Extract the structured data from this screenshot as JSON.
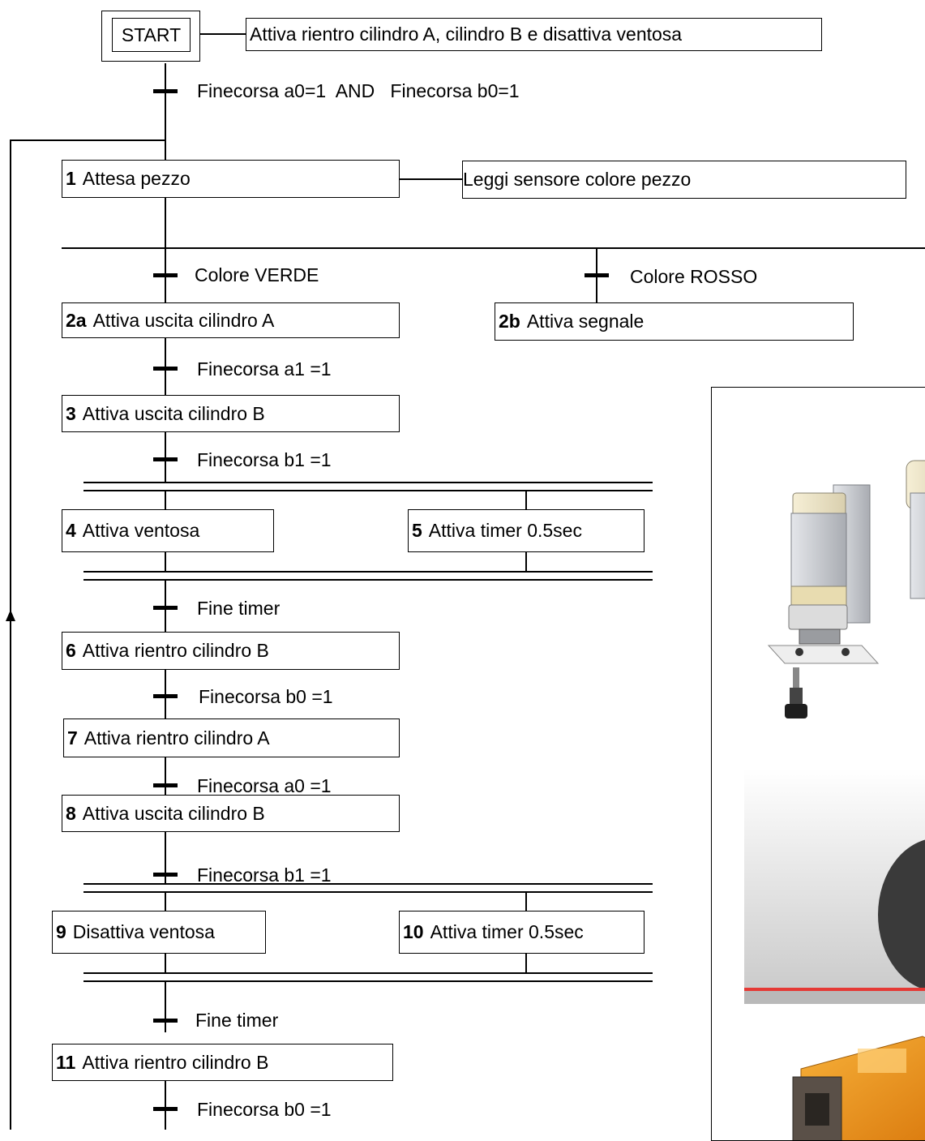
{
  "start": {
    "label": "START",
    "action": "Attiva rientro cilindro A, cilindro B e disattiva ventosa"
  },
  "steps": {
    "s1": {
      "num": "1",
      "text": "Attesa pezzo",
      "action": "Leggi sensore colore pezzo"
    },
    "s2a": {
      "num": "2a",
      "text": "Attiva uscita cilindro A"
    },
    "s2b": {
      "num": "2b",
      "text": "Attiva segnale"
    },
    "s3": {
      "num": "3",
      "text": "Attiva uscita cilindro B"
    },
    "s4": {
      "num": "4",
      "text": "Attiva ventosa"
    },
    "s5": {
      "num": "5",
      "text": "Attiva timer 0.5sec"
    },
    "s6": {
      "num": "6",
      "text": "Attiva rientro cilindro B"
    },
    "s7": {
      "num": "7",
      "text": "Attiva rientro cilindro A"
    },
    "s8": {
      "num": "8",
      "text": "Attiva uscita cilindro B"
    },
    "s9": {
      "num": "9",
      "text": "Disattiva ventosa"
    },
    "s10": {
      "num": "10",
      "text": "Attiva timer 0.5sec"
    },
    "s11": {
      "num": "11",
      "text": "Attiva rientro cilindro B"
    }
  },
  "transitions": {
    "t0": "Finecorsa a0=1  AND   Finecorsa b0=1",
    "t1a": "Colore VERDE",
    "t1b": "Colore ROSSO",
    "t2": "Finecorsa a1 =1",
    "t3": "Finecorsa b1 =1",
    "t4": "Fine timer",
    "t5": "Finecorsa b0 =1",
    "t6": "Finecorsa a0 =1",
    "t7": "Finecorsa b1 =1",
    "t8": "Fine timer",
    "t9": "Finecorsa b0 =1"
  },
  "colors": {
    "line": "#000000",
    "device_beige": "#efe6c8",
    "device_metal": "#c9cbcf",
    "conveyor_red": "#e53935",
    "sensor_orange": "#f29a1c"
  }
}
